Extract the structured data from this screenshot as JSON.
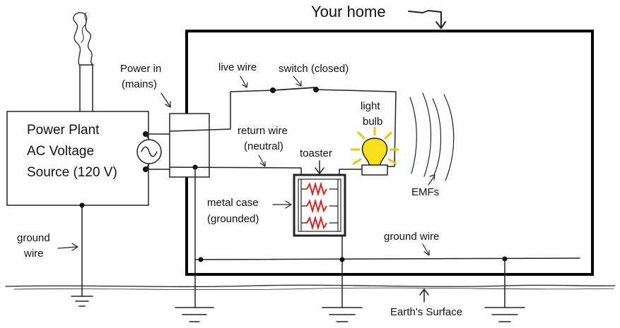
{
  "title": "Your home",
  "labels": {
    "power_plant": [
      "Power Plant",
      "AC Voltage",
      "Source (120 V)"
    ],
    "power_in": [
      "Power in",
      "(mains)"
    ],
    "live_wire": "live wire",
    "switch": "switch (closed)",
    "return_wire": [
      "return wire",
      "(neutral)"
    ],
    "toaster": "toaster",
    "light_bulb": [
      "light",
      "bulb"
    ],
    "emfs": "EMFs",
    "metal_case": [
      "metal case",
      "(grounded)"
    ],
    "ground_wire_left": [
      "ground",
      "wire"
    ],
    "ground_wire_home": "ground wire",
    "earth_surface": "Earth's Surface"
  },
  "colors": {
    "ink": "#222222",
    "bulb": "#f7e01b",
    "bulb_rays": "#f5c400",
    "heating_element": "#e02020"
  }
}
